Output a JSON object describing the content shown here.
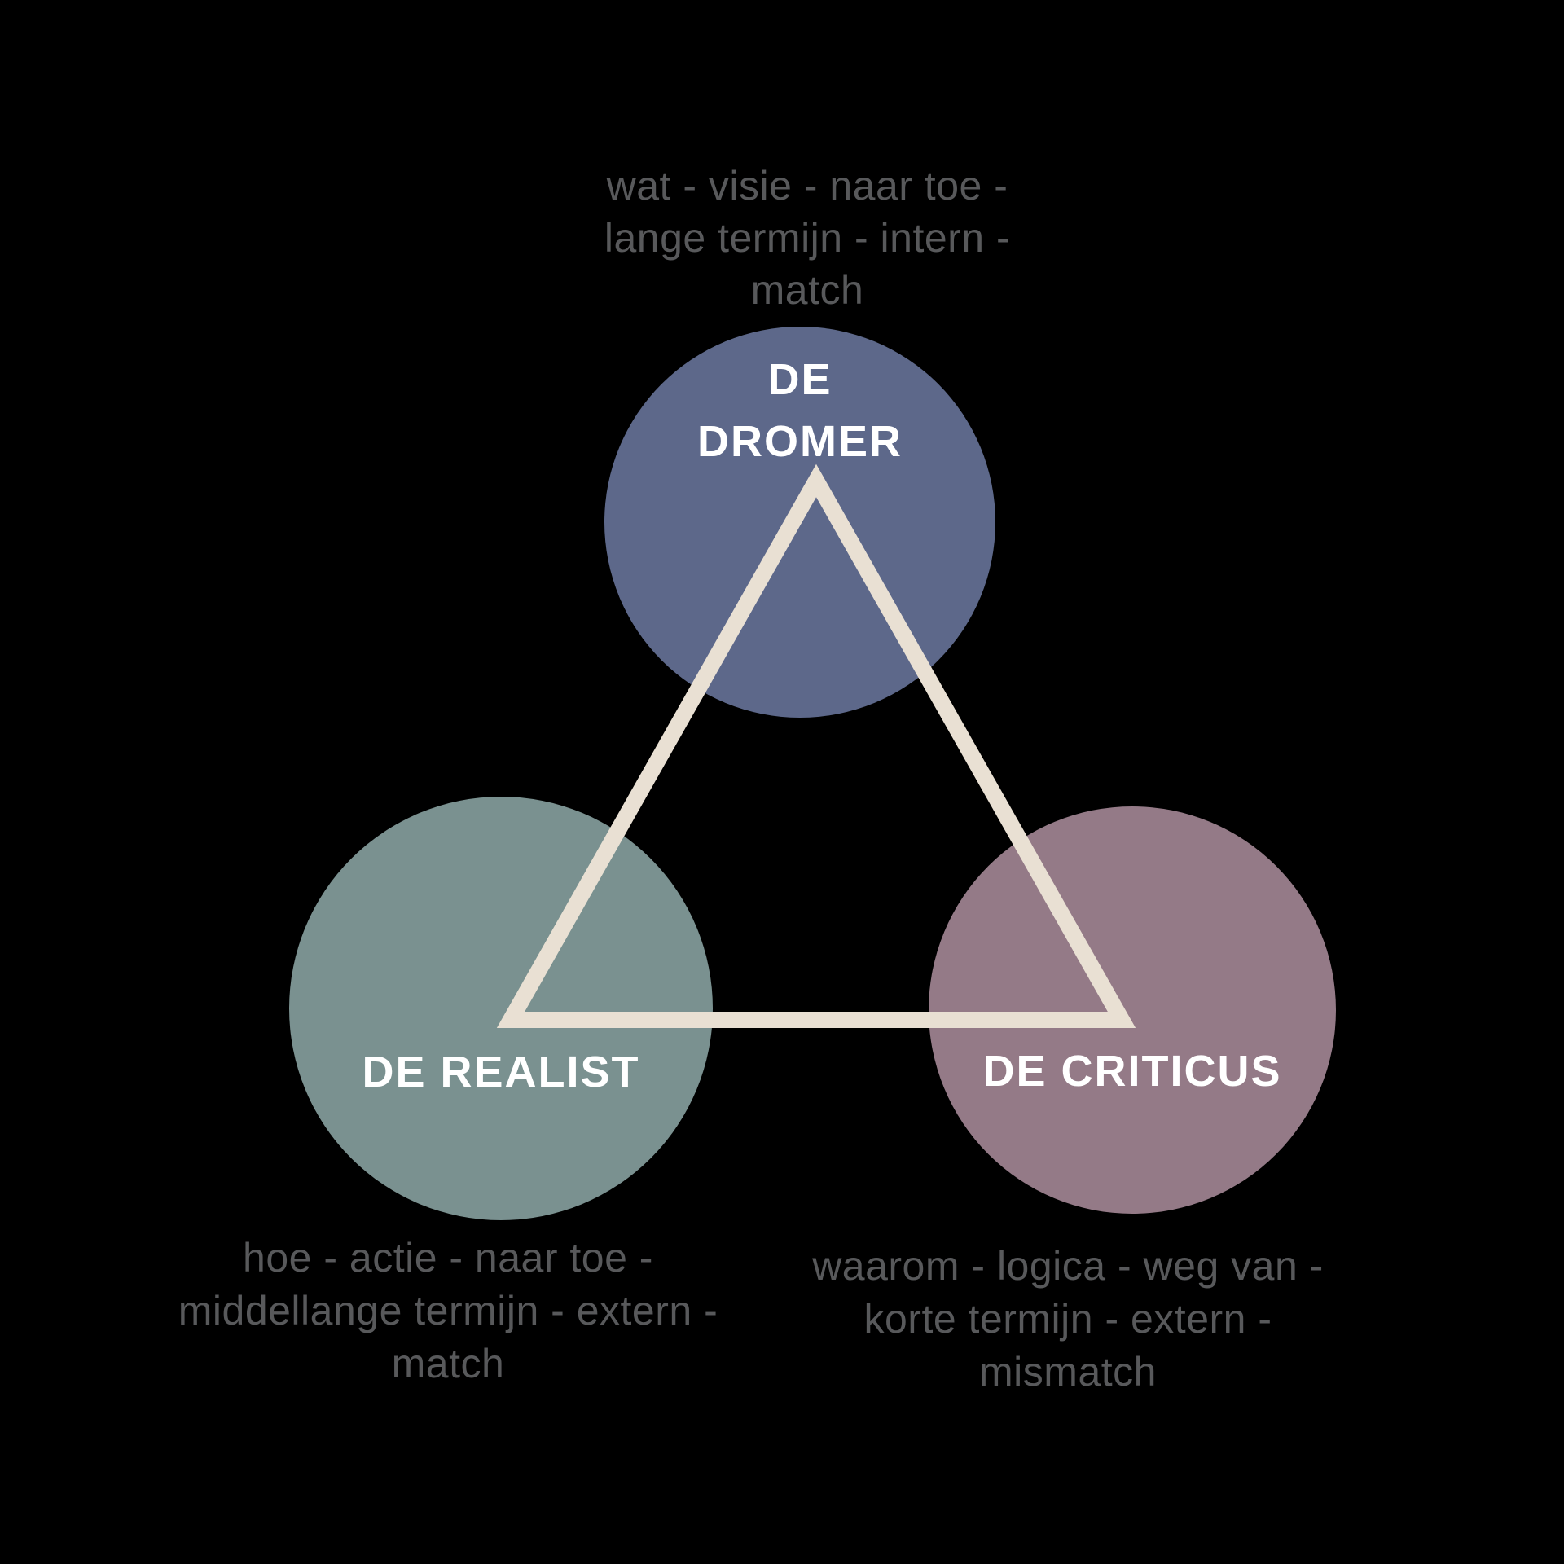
{
  "diagram": {
    "title_hint": "Disney-strategie driehoek: dromer, realist, criticus",
    "colors": {
      "background": "#000000",
      "dromer_circle": "#5D688A",
      "realist_circle": "#7A9190",
      "criticus_circle": "#947A87",
      "triangle": "#E9E0D3",
      "title_text": "#FFFFFF",
      "note_text": "#58595B"
    },
    "nodes": {
      "dromer": {
        "title_line1": "DE",
        "title_line2": "DROMER",
        "notes_line1": "wat - visie - naar toe -",
        "notes_line2": "lange termijn - intern -",
        "notes_line3": "match"
      },
      "realist": {
        "title": "DE REALIST",
        "notes_line1": "hoe - actie - naar toe -",
        "notes_line2": "middellange termijn - extern -",
        "notes_line3": "match"
      },
      "criticus": {
        "title": "DE CRITICUS",
        "notes_line1": "waarom - logica - weg van -",
        "notes_line2": "korte termijn - extern -",
        "notes_line3": "mismatch"
      }
    }
  }
}
